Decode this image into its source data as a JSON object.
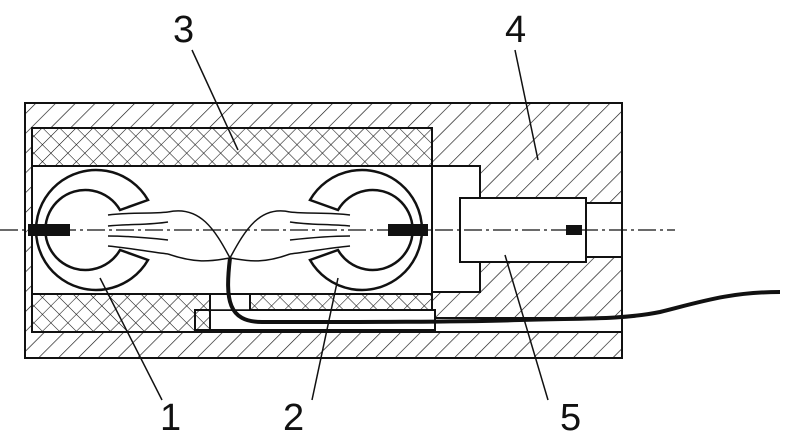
{
  "callouts": [
    {
      "id": "1",
      "label": "1"
    },
    {
      "id": "2",
      "label": "2"
    },
    {
      "id": "3",
      "label": "3"
    },
    {
      "id": "4",
      "label": "4"
    },
    {
      "id": "5",
      "label": "5"
    }
  ],
  "colors": {
    "stroke": "#111111",
    "background": "#ffffff"
  }
}
